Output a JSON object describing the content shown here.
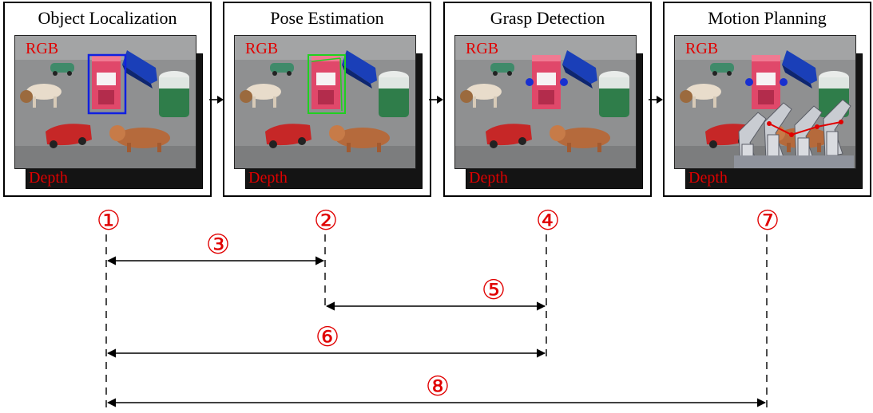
{
  "panels": [
    {
      "title": "Object Localization",
      "rgb_label": "RGB",
      "depth_label": "Depth",
      "overlay": "bounding-box"
    },
    {
      "title": "Pose Estimation",
      "rgb_label": "RGB",
      "depth_label": "Depth",
      "overlay": "pose-box"
    },
    {
      "title": "Grasp Detection",
      "rgb_label": "RGB",
      "depth_label": "Depth",
      "overlay": "grasp-points"
    },
    {
      "title": "Motion Planning",
      "rgb_label": "RGB",
      "depth_label": "Depth",
      "overlay": "robot-hand"
    }
  ],
  "colors": {
    "label_red": "#e00000",
    "bbox_blue": "#1020e0",
    "pose_green": "#20d020",
    "grasp_point_blue": "#1830d0",
    "timeline_red": "#e00000"
  },
  "milestones": [
    "①",
    "②",
    "④",
    "⑦"
  ],
  "intervals": [
    "③",
    "⑤",
    "⑥",
    "⑧"
  ]
}
